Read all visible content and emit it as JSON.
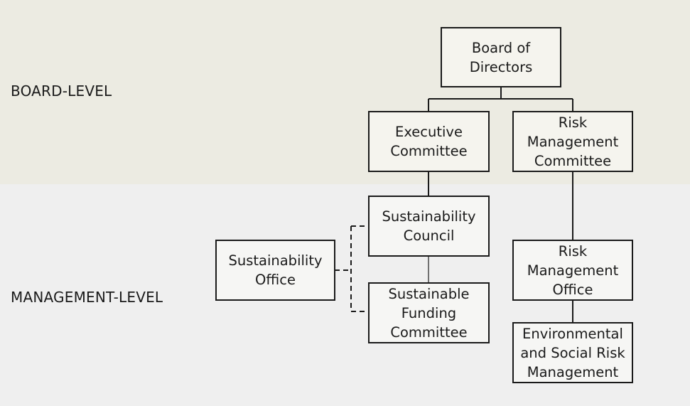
{
  "levels": {
    "board": "BOARD-LEVEL",
    "management": "MANAGEMENT-LEVEL"
  },
  "nodes": {
    "board_of_directors": "Board of\nDirectors",
    "executive_committee": "Executive\nCommittee",
    "risk_management_committee": "Risk\nManagement\nCommittee",
    "sustainability_council": "Sustainability\nCouncil",
    "sustainable_funding_committee": "Sustainable\nFunding\nCommittee",
    "sustainability_office": "Sustainability\nOffice",
    "risk_management_office": "Risk\nManagement\nOffice",
    "environmental_social_risk_management": "Environmental\nand Social Risk\nManagement"
  },
  "colors": {
    "board_band": "#ecebe2",
    "management_band": "#efefef",
    "line": "#1a1a1a"
  }
}
